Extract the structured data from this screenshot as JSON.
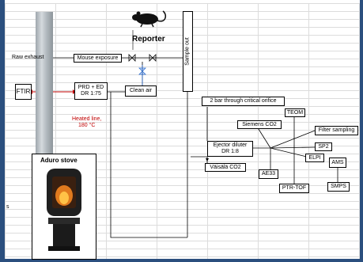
{
  "reporter_label": "Reporter",
  "raw_exhaust": "Raw exhaust",
  "ftir": "FTIR",
  "prd_ed_line1": "PRD + ED",
  "prd_ed_line2": "DR 1:75",
  "heated_line1": "Heated line,",
  "heated_line2": "180 °C",
  "mouse_exposure": "Mouse exposure",
  "clean_air": "Clean air",
  "sample_out": "Sample out",
  "critical_orifice": "2 bar through critical orifice",
  "teom": "TEOM",
  "siemens_co2": "Siemens CO2",
  "filter_sampling": "Filter sampling",
  "ejector_line1": "Ejector diluter",
  "ejector_line2": "DR 1:8",
  "sp2": "SP2",
  "vaisala_co2": "Väisälä CO2",
  "elpi": "ELPI",
  "ams": "AMS",
  "ae33": "AE33",
  "ptr_tof": "PTR-TOF",
  "smps": "SMPS",
  "stove_title": "Aduro stove",
  "margin_s": "s",
  "colors": {
    "heated_line": "#c00000",
    "frame": "#2b4f7e",
    "valve_blue": "#2f6fd1"
  }
}
